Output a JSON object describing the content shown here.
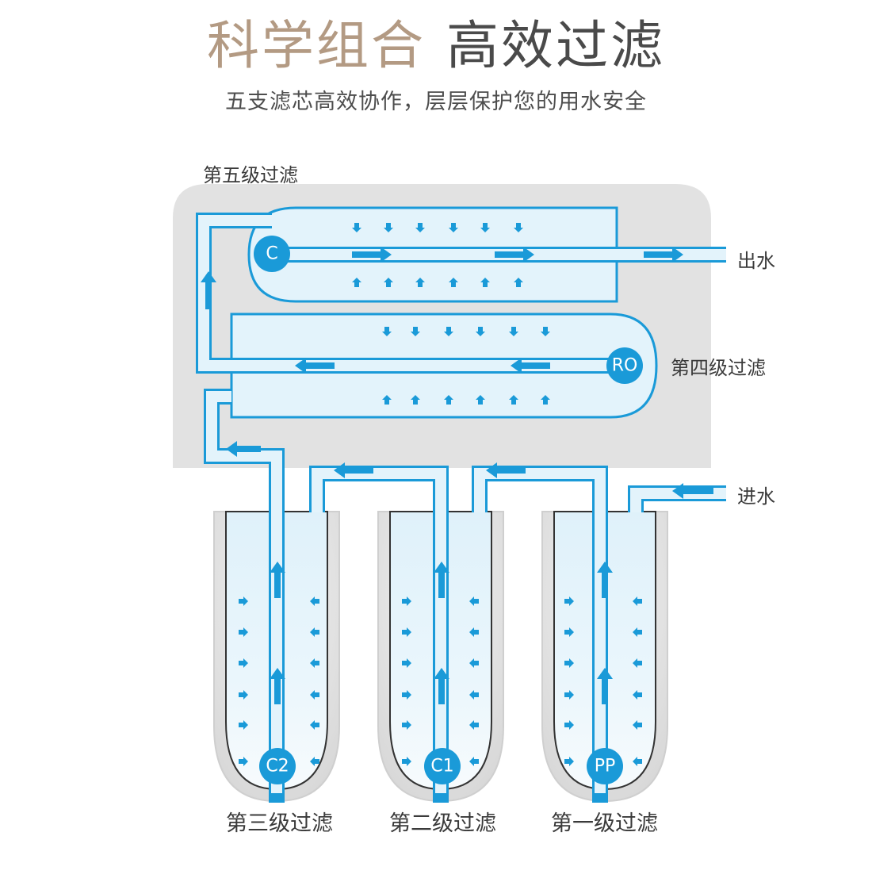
{
  "header": {
    "title_part1": "科学组合",
    "title_part2": "高效过滤",
    "subtitle": "五支滤芯高效协作，层层保护您的用水安全"
  },
  "labels": {
    "stage5": "第五级过滤",
    "stage4": "第四级过滤",
    "stage3": "第三级过滤",
    "stage2": "第二级过滤",
    "stage1": "第一级过滤",
    "water_out": "出水",
    "water_in": "进水"
  },
  "filters": {
    "c": "C",
    "ro": "RO",
    "c2": "C2",
    "c1": "C1",
    "pp": "PP"
  },
  "colors": {
    "flow_blue": "#1a9ad8",
    "tube_fill": "#e3f3fb",
    "housing_gray": "#e2e2e2",
    "title_accent": "#b39a83"
  }
}
